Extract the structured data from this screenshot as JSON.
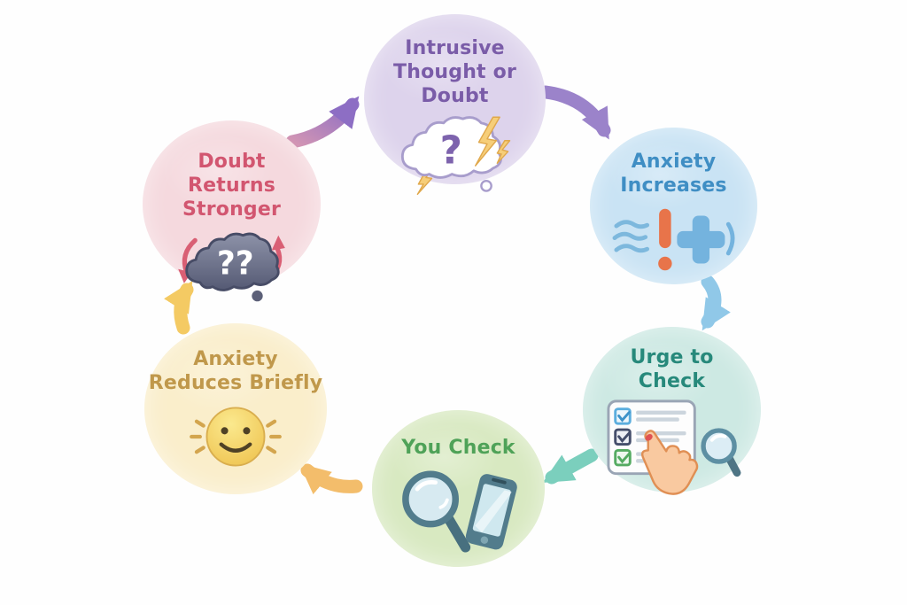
{
  "diagram": {
    "type": "cycle",
    "background": "#fefefe",
    "nodes": [
      {
        "id": "intrusive-thought",
        "lines": [
          "Intrusive",
          "Thought or Doubt"
        ],
        "fill": "#ddd3ec",
        "text_color": "#7a5ca8",
        "icon": "thought-cloud-question-icon",
        "glyph": "?"
      },
      {
        "id": "anxiety-increases",
        "lines": [
          "Anxiety",
          "Increases"
        ],
        "fill": "#c9e3f4",
        "text_color": "#3f8ec4",
        "icon": "anxiety-exclamation-cross-icon",
        "glyph": "!"
      },
      {
        "id": "urge-to-check",
        "lines": [
          "Urge to",
          "Check"
        ],
        "fill": "#cde9e3",
        "text_color": "#27897b",
        "icon": "checklist-hand-magnifier-icon"
      },
      {
        "id": "you-check",
        "lines": [
          "You Check"
        ],
        "fill": "#d8e9c1",
        "text_color": "#4fa258",
        "icon": "magnifier-phone-icon"
      },
      {
        "id": "anxiety-reduces",
        "lines": [
          "Anxiety",
          "Reduces Briefly"
        ],
        "fill": "#faeecb",
        "text_color": "#c0984b",
        "icon": "smiley-face-rays-icon"
      },
      {
        "id": "doubt-returns",
        "lines": [
          "Doubt",
          "Returns Stronger"
        ],
        "fill": "#f5d9de",
        "text_color": "#d25670",
        "icon": "doubt-cloud-cycle-icon",
        "glyph": "??"
      }
    ],
    "arrows": [
      {
        "id": "doubt-to-intrusive",
        "from": "doubt-returns",
        "to": "intrusive-thought",
        "color_start": "#d295b4",
        "color_end": "#8d6ec4",
        "color": "#8d6ec4"
      },
      {
        "id": "intrusive-to-anxiety",
        "from": "intrusive-thought",
        "to": "anxiety-increases",
        "color": "#9b83ca"
      },
      {
        "id": "anxiety-to-urge",
        "from": "anxiety-increases",
        "to": "urge-to-check",
        "color": "#90c8e8"
      },
      {
        "id": "urge-to-youcheck",
        "from": "urge-to-check",
        "to": "you-check",
        "color": "#7bcfbd"
      },
      {
        "id": "youcheck-to-reduces",
        "from": "you-check",
        "to": "anxiety-reduces",
        "color": "#f3bd6b"
      },
      {
        "id": "reduces-to-doubt",
        "from": "anxiety-reduces",
        "to": "doubt-returns",
        "color": "#f4ca63"
      }
    ]
  }
}
